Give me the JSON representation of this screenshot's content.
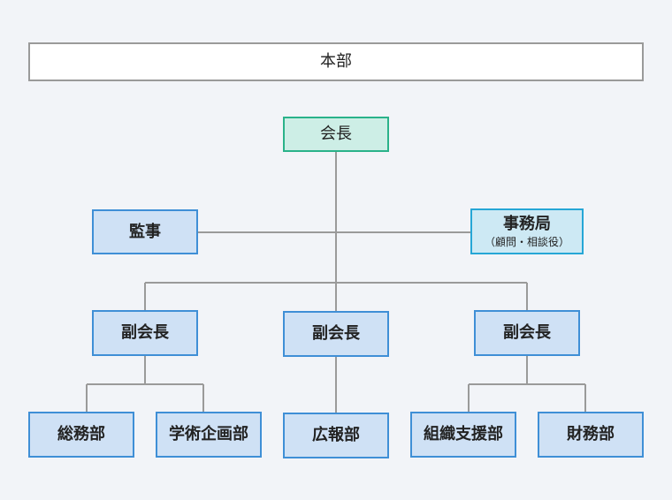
{
  "org_chart": {
    "headquarters": "本部",
    "chairman": "会長",
    "auditor": "監事",
    "secretariat": {
      "label": "事務局",
      "note": "（顧問・相談役）"
    },
    "vice_chairs": [
      {
        "label": "副会長",
        "departments": [
          "総務部",
          "学術企画部"
        ]
      },
      {
        "label": "副会長",
        "departments": [
          "広報部"
        ]
      },
      {
        "label": "副会長",
        "departments": [
          "組織支援部",
          "財務部"
        ]
      }
    ]
  },
  "colors": {
    "background": "#f2f4f8",
    "connector": "#9a9a9a",
    "chair_fill": "#cdeee6",
    "chair_border": "#2ab28a",
    "unit_fill": "#cfe1f5",
    "unit_border": "#3f8fd6",
    "secretariat_fill": "#cde9f4",
    "secretariat_border": "#26a6d6"
  }
}
